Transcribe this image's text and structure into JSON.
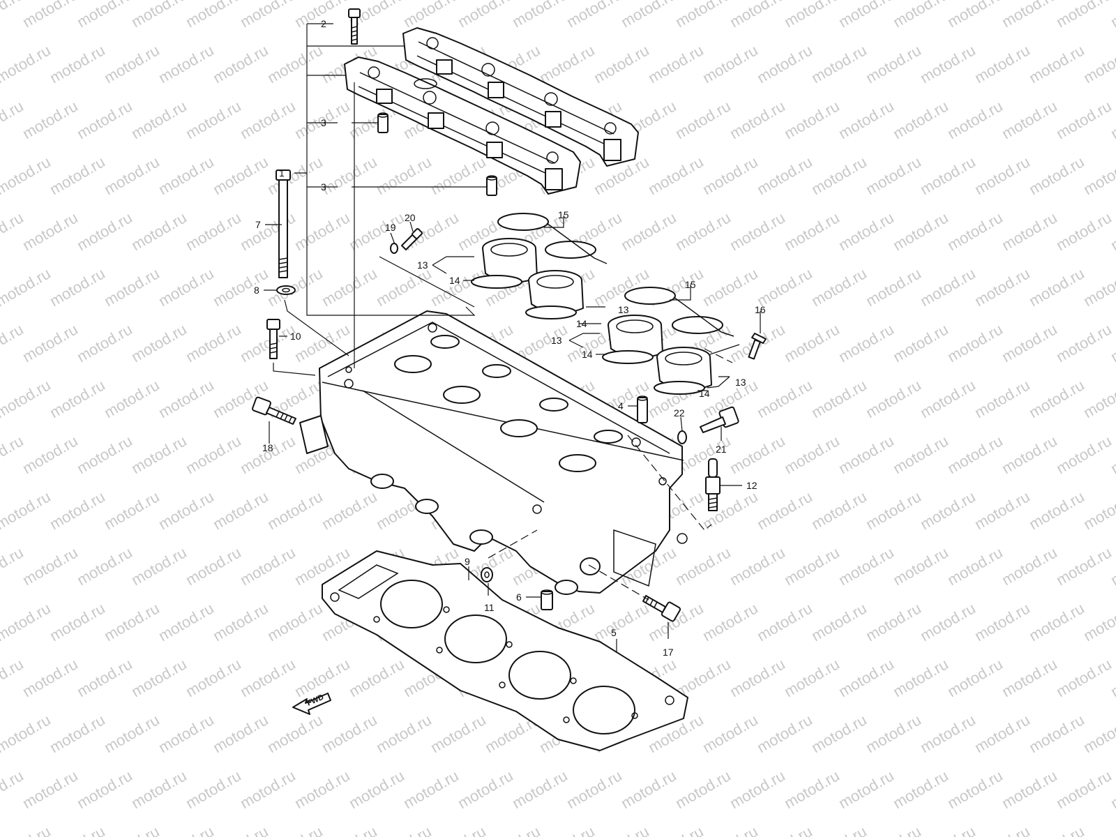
{
  "watermark": {
    "text": "motod.ru"
  },
  "fwd_arrow": {
    "label": "FWD"
  },
  "callouts": [
    {
      "id": "label-1",
      "text": "1"
    },
    {
      "id": "label-2",
      "text": "2"
    },
    {
      "id": "label-3a",
      "text": "3"
    },
    {
      "id": "label-3b",
      "text": "3"
    },
    {
      "id": "label-4",
      "text": "4"
    },
    {
      "id": "label-5",
      "text": "5"
    },
    {
      "id": "label-6",
      "text": "6"
    },
    {
      "id": "label-7",
      "text": "7"
    },
    {
      "id": "label-8",
      "text": "8"
    },
    {
      "id": "label-9",
      "text": "9"
    },
    {
      "id": "label-10",
      "text": "10"
    },
    {
      "id": "label-11",
      "text": "11"
    },
    {
      "id": "label-12",
      "text": "12"
    },
    {
      "id": "label-13a",
      "text": "13"
    },
    {
      "id": "label-13b",
      "text": "13"
    },
    {
      "id": "label-13c",
      "text": "13"
    },
    {
      "id": "label-13d",
      "text": "13"
    },
    {
      "id": "label-14a",
      "text": "14"
    },
    {
      "id": "label-14b",
      "text": "14"
    },
    {
      "id": "label-14c",
      "text": "14"
    },
    {
      "id": "label-14d",
      "text": "14"
    },
    {
      "id": "label-15a",
      "text": "15"
    },
    {
      "id": "label-15b",
      "text": "15"
    },
    {
      "id": "label-16",
      "text": "16"
    },
    {
      "id": "label-17",
      "text": "17"
    },
    {
      "id": "label-18",
      "text": "18"
    },
    {
      "id": "label-19",
      "text": "19"
    },
    {
      "id": "label-20",
      "text": "20"
    },
    {
      "id": "label-21",
      "text": "21"
    },
    {
      "id": "label-22",
      "text": "22"
    }
  ]
}
